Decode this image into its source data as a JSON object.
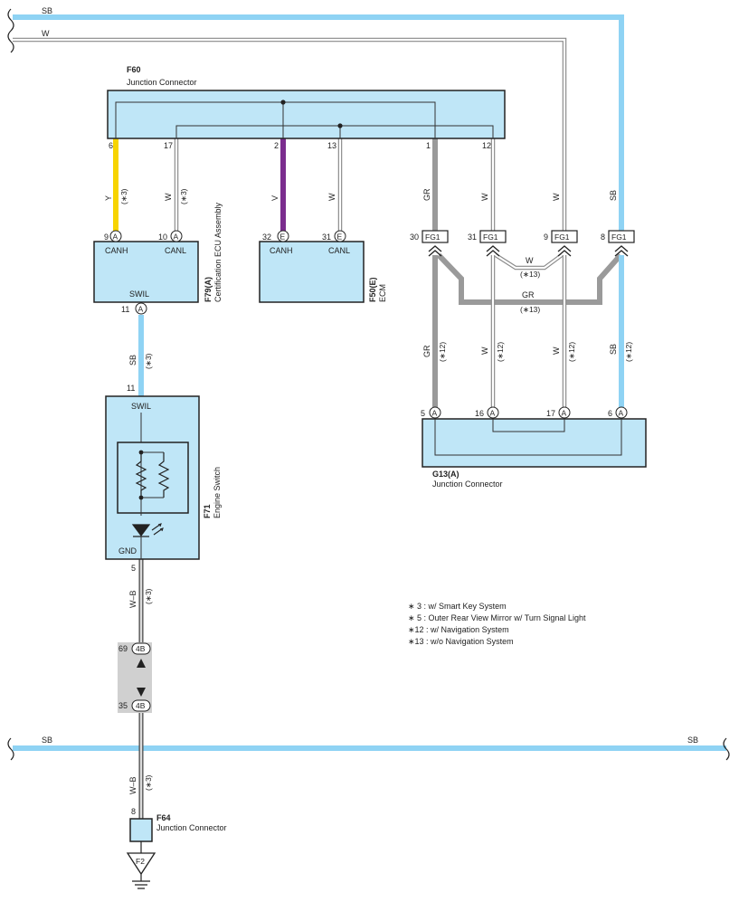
{
  "colors": {
    "sb": "#8fd3f4",
    "y": "#f7d400",
    "v": "#7b2d8e",
    "gr": "#9a9a9a",
    "box_fill": "#bfe6f7",
    "connector_fill": "#d0d0d0"
  },
  "top_wires": {
    "sb": "SB",
    "w": "W"
  },
  "bottom_wire": {
    "left": "SB",
    "right": "SB"
  },
  "f60": {
    "code": "F60",
    "name": "Junction Connector",
    "pins": {
      "p6": "6",
      "p17": "17",
      "p2": "2",
      "p13": "13",
      "p1": "1",
      "p12": "12"
    }
  },
  "wire_labels": {
    "y": "Y",
    "w": "W",
    "v": "V",
    "gr": "GR",
    "sb": "SB",
    "wb": "W–B",
    "n3": "(∗3)",
    "n12": "(∗12)",
    "n13": "(∗13)"
  },
  "f79": {
    "code": "F79(A)",
    "name": "Certification ECU Assembly",
    "pins": {
      "p9": "9",
      "p10": "10",
      "p11": "11"
    },
    "letter": "A",
    "labels": {
      "canh": "CANH",
      "canl": "CANL",
      "swil": "SWIL"
    }
  },
  "f50": {
    "code": "F50(E)",
    "name": "ECM",
    "pins": {
      "p32": "32",
      "p31": "31"
    },
    "letter": "E",
    "labels": {
      "canh": "CANH",
      "canl": "CANL"
    }
  },
  "fg1": {
    "code": "FG1",
    "pins": {
      "p30": "30",
      "p31": "31",
      "p9": "9",
      "p8": "8"
    }
  },
  "g13": {
    "code": "G13(A)",
    "name": "Junction Connector",
    "pins": {
      "p5": "5",
      "p16": "16",
      "p17": "17",
      "p6": "6"
    },
    "letter": "A"
  },
  "f71": {
    "code": "F71",
    "name": "Engine Switch",
    "pins": {
      "p11": "11",
      "p5": "5"
    },
    "labels": {
      "swil": "SWIL",
      "gnd": "GND"
    }
  },
  "j4b": {
    "code": "4B",
    "pins": {
      "p69": "69",
      "p35": "35"
    }
  },
  "f64": {
    "code": "F64",
    "name": "Junction Connector",
    "pin": "8"
  },
  "ground": {
    "code": "F2"
  },
  "notes": [
    "∗ 3 : w/ Smart Key System",
    "∗ 5 : Outer Rear View Mirror w/ Turn Signal Light",
    "∗12 : w/ Navigation System",
    "∗13 : w/o Navigation System"
  ]
}
